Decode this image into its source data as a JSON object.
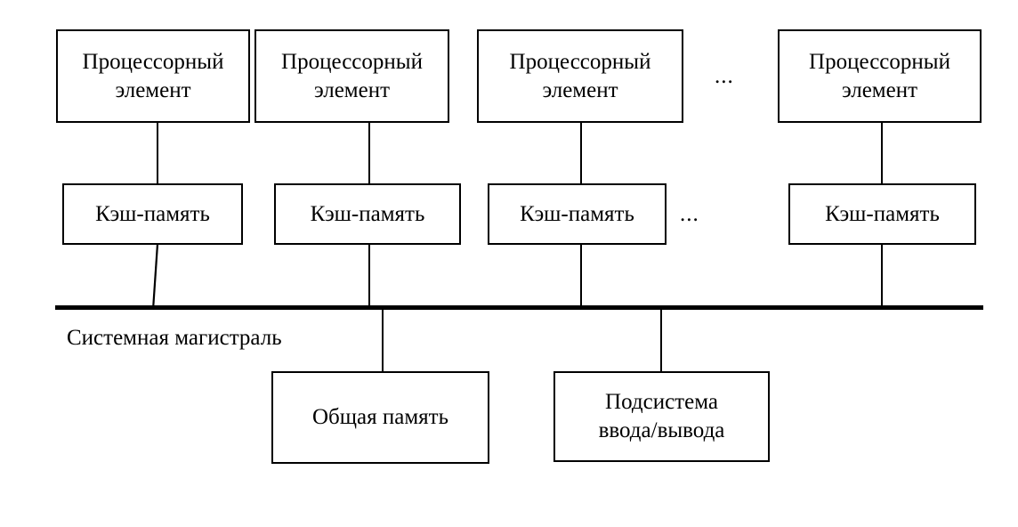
{
  "diagram": {
    "title": "Symmetric multiprocessor block diagram",
    "colors": {
      "stroke": "#000000",
      "background": "#ffffff",
      "text": "#000000"
    },
    "processor_elements": [
      {
        "label": "Процессорный\nэлемент"
      },
      {
        "label": "Процессорный\nэлемент"
      },
      {
        "label": "Процессорный\nэлемент"
      },
      {
        "label": "Процессорный\nэлемент"
      }
    ],
    "caches": [
      {
        "label": "Кэш-память"
      },
      {
        "label": "Кэш-память"
      },
      {
        "label": "Кэш-память"
      },
      {
        "label": "Кэш-память"
      }
    ],
    "ellipses": [
      {
        "label": "..."
      },
      {
        "label": "..."
      }
    ],
    "bus": {
      "label": "Системная магистраль"
    },
    "peripherals": [
      {
        "label": "Общая память"
      },
      {
        "label": "Подсистема\nввода/вывода"
      }
    ]
  }
}
